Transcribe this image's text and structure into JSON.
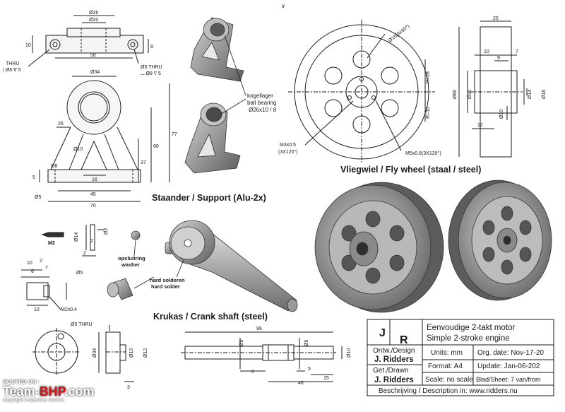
{
  "sections": {
    "support": {
      "title": "Staander / Support (Alu-2x)",
      "dims": {
        "d26": "Ø26",
        "d20": "Ø20",
        "w56": "56",
        "h10": "10",
        "h8": "8",
        "thru_a": "THRU",
        "thru_b": "| Ø8 ∇ 5",
        "d5thru": "Ø5 THRU",
        "d8v5": "⌴ Ø8 ∇ 5",
        "d34": "Ø34",
        "r26": "26",
        "d10": "Ø10",
        "d8": "Ø8",
        "h5": "5",
        "w16": "16",
        "w45": "45",
        "w70": "70",
        "d5": "Ø5",
        "h37": "37",
        "h60": "60",
        "h77": "77"
      },
      "bearing": {
        "nl": "kogellager",
        "en": "ball bearing",
        "size": "Ø26x10 / 8"
      }
    },
    "flywheel": {
      "title": "Vliegwiel / Fly wheel (staal / steel)",
      "dims": {
        "d16x60": "Ø16(6x60°)",
        "r28": "R=28",
        "r10": "R=10",
        "m3": "M3x0.5",
        "m3b": "(3X120°)",
        "m5": "M5x0.8(3X120°)",
        "w25": "25",
        "w10": "10",
        "w9": "9",
        "w7": "7",
        "w12": "12",
        "d80": "Ø80",
        "d30": "Ø30",
        "d14": "Ø14",
        "d10": "Ø10",
        "d16": "Ø16"
      }
    },
    "crankshaft": {
      "title": "Krukas / Crank shaft (steel)",
      "dims": {
        "m2": "M2",
        "d14": "Ø14",
        "d2": "Ø2",
        "h2": "2",
        "h10": "10",
        "h6": "6",
        "h2b": "2",
        "h7": "7",
        "d5": "Ø5",
        "h10b": "10",
        "m2x04": "M2x0.4",
        "d5thru": "Ø5 THRU",
        "d34": "Ø34",
        "d10": "Ø10",
        "d12": "Ø12",
        "h3": "3",
        "w99": "99",
        "d9": "Ø9",
        "d9b": "Ø9",
        "d10b": "Ø10",
        "w6": "6",
        "w5": "5",
        "w46": "46",
        "w15": "15"
      },
      "labels": {
        "washer_nl": "opsluitring",
        "washer_en": "washer",
        "solder_nl": "hard solderen",
        "solder_en": "hard solder"
      }
    }
  },
  "title_block": {
    "logo_j": "J",
    "logo_r": "R",
    "title_nl": "Eenvoudige 2-takt motor",
    "title_en": "Simple 2-stroke engine",
    "design_label": "Ontw./Design",
    "design_name": "J. Ridders",
    "drawn_label": "Get./Drawn",
    "drawn_name": "J. Ridders",
    "units": "Units: mm",
    "format": "Format: A4",
    "scale": "Scale: no scale",
    "org_date": "Org. date: Nov-17-20",
    "update": "Update: Jan-06-202",
    "sheet": "Blad/Sheet: 7 van/from",
    "description": "Beschrijving / Description in:  www.ridders.nu"
  },
  "watermark": {
    "hosted": "HOSTED ON :",
    "brand_a": "Team-",
    "brand_b": "BHP",
    "brand_c": ".com",
    "copyright": "copyright respective owners"
  },
  "colors": {
    "ink": "#1a1a1a",
    "metal": "#8a8a8a",
    "wm_red": "#d4161b",
    "wm_blue": "#1e3f8c"
  }
}
